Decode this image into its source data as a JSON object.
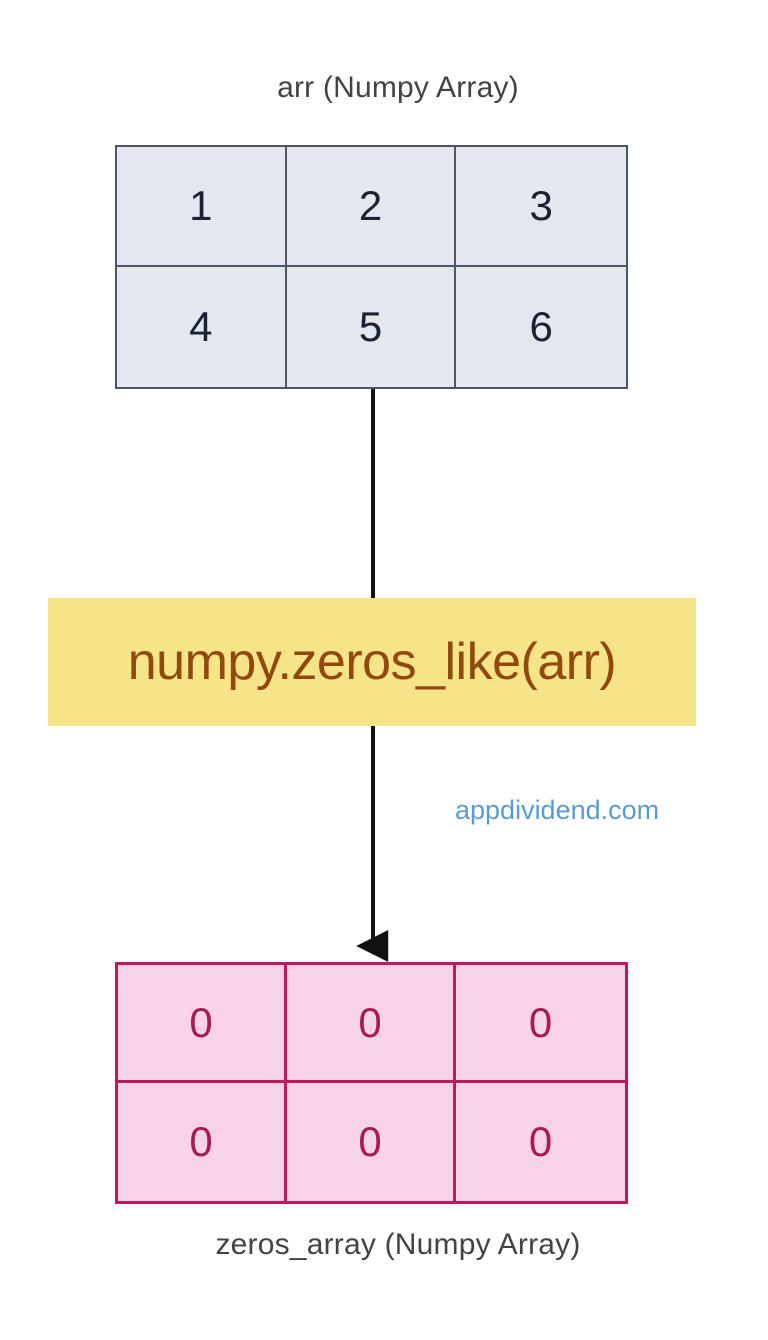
{
  "diagram": {
    "title_top": "arr (Numpy Array)",
    "title_bottom": "zeros_array (Numpy Array)",
    "operation_label": "numpy.zeros_like(arr)",
    "watermark": "appdividend.com",
    "colors": {
      "input_fill": "#e3e8ef",
      "input_border": "#4d5568",
      "input_text": "#1b2233",
      "output_fill": "#f8d3e7",
      "output_border": "#c2185b",
      "output_text": "#a81a52",
      "operation_fill": "#f6e488",
      "operation_text": "#92480f",
      "caption_text": "#434343",
      "watermark_text": "#5b9bd5",
      "arrow": "#111111",
      "background": "#ffffff"
    }
  },
  "input_array": {
    "name": "arr",
    "shape": "2x3",
    "rows": [
      [
        "1",
        "2",
        "3"
      ],
      [
        "4",
        "5",
        "6"
      ]
    ]
  },
  "output_array": {
    "name": "zeros_array",
    "shape": "2x3",
    "rows": [
      [
        "0",
        "0",
        "0"
      ],
      [
        "0",
        "0",
        "0"
      ]
    ]
  },
  "connectors": [
    {
      "name": "arr-to-operation",
      "style": "plain-line",
      "arrowhead": false
    },
    {
      "name": "operation-to-zeros",
      "style": "arrow",
      "arrowhead": true
    }
  ]
}
